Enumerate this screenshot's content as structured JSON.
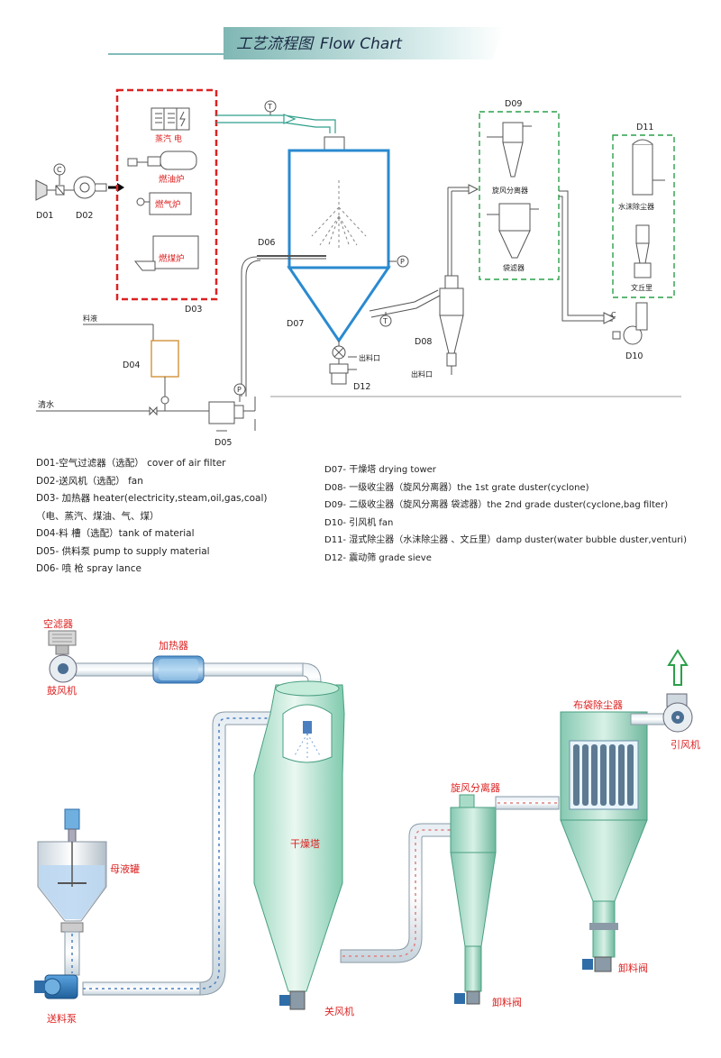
{
  "title": {
    "cn": "工艺流程图",
    "en": "Flow Chart"
  },
  "top_diagram": {
    "codes": {
      "d01": "D01",
      "d02": "D02",
      "d03": "D03",
      "d04": "D04",
      "d05": "D05",
      "d06": "D06",
      "d07": "D07",
      "d08": "D08",
      "d09": "D09",
      "d10": "D10",
      "d11": "D11",
      "d12": "D12"
    },
    "heater": {
      "steam_elec": "蒸汽 电",
      "oil": "燃油炉",
      "gas": "燃气炉",
      "coal": "燃煤炉"
    },
    "gauges": {
      "c": "C",
      "t": "T",
      "p": "P"
    },
    "labels": {
      "cyclone": "旋风分离器",
      "bag_filter": "袋滤器",
      "water_bubble": "水沫除尘器",
      "venturi": "文丘里",
      "outlet": "出料口",
      "feed": "料液",
      "water": "清水"
    }
  },
  "legend_left": [
    "D01-空气过滤器（选配） cover of air filter",
    "D02-送风机（选配） fan",
    "D03- 加热器 heater(electricity,steam,oil,gas,coal)",
    "（电、蒸汽、煤油、气、煤）",
    "D04-料 槽（选配）tank of material",
    "D05- 供料泵 pump to supply material",
    "D06- 喷 枪 spray lance"
  ],
  "legend_right": [
    "D07- 干燥塔 drying tower",
    "D08- 一级收尘器（旋风分离器）the 1st grate duster(cyclone)",
    "D09- 二级收尘器（旋风分离器 袋滤器）the 2nd grade duster(cyclone,bag filter)",
    "D10- 引风机 fan",
    "D11- 湿式除尘器（水沫除尘器 、文丘里）damp duster(water bubble duster,venturi)",
    "D12- 震动筛 grade sieve"
  ],
  "bottom_diagram": {
    "air_filter": "空滤器",
    "blower": "鼓风机",
    "heater": "加热器",
    "mother_tank": "母液罐",
    "feed_pump": "送料泵",
    "drying_tower": "干燥塔",
    "rotary_valve": "关风机",
    "cyclone": "旋风分离器",
    "discharge_valve_1": "卸料阀",
    "bag_dust": "布袋除尘器",
    "discharge_valve_2": "卸料阀",
    "fan": "引风机"
  }
}
